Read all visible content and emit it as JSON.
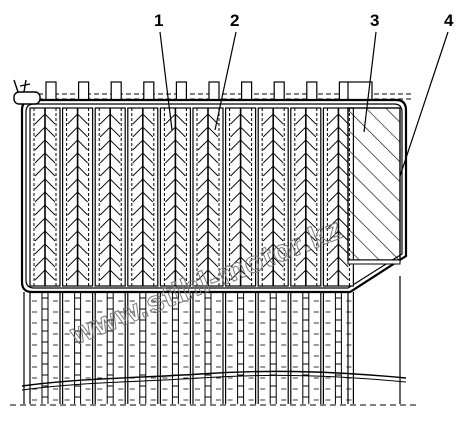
{
  "callouts": [
    {
      "id": "1",
      "label": "1"
    },
    {
      "id": "2",
      "label": "2"
    },
    {
      "id": "3",
      "label": "3"
    },
    {
      "id": "4",
      "label": "4"
    }
  ],
  "watermark": "www.stihl-motor.kz",
  "colors": {
    "ink": "#000000",
    "watermark": "#7a7a7a",
    "background": "#ffffff"
  }
}
